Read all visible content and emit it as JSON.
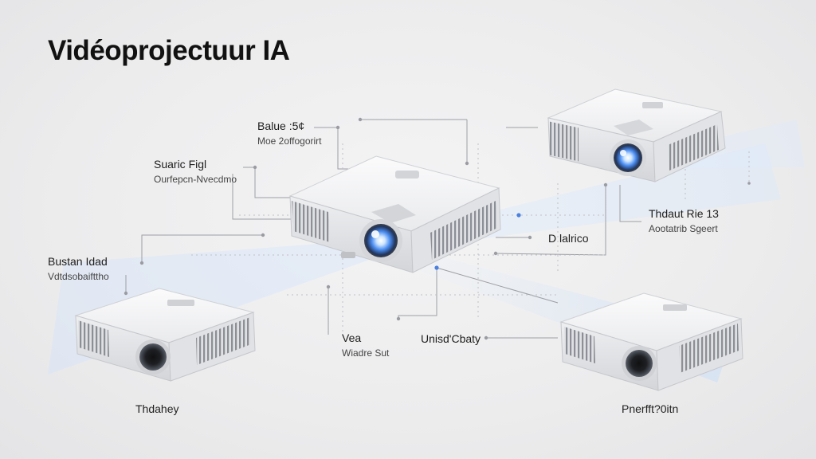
{
  "title": "Vidéoprojectuur IA",
  "colors": {
    "background": "#ececed",
    "projector_body": "#f3f3f4",
    "lens_glow": "#5aa0ff",
    "beam": "#cfe4ff",
    "connector": "#9a9a9a"
  },
  "labels": {
    "top": {
      "title": "Balue :5¢",
      "subtitle": "Moe 2offogorirt"
    },
    "upper_left": {
      "title": "Suaric Figl",
      "subtitle": "Ourfepcn-Nvecdmo"
    },
    "left": {
      "title": "Bustan Idad",
      "subtitle": "Vdtdsobaifttho"
    },
    "right_top": {
      "title": "Thdaut Rie 13",
      "subtitle": "Aootatrib Sgeert"
    },
    "right_mid": {
      "title": "D lalrico"
    },
    "center_low": {
      "title": "Vea",
      "subtitle": "Wiadre Sut"
    },
    "center_right": {
      "title": "Unisd'Cbaty"
    }
  },
  "captions": {
    "bottom_left": "Thdahey",
    "bottom_right": "Pnerfft?0itn"
  },
  "icons": [
    "projector-icon",
    "lens-icon",
    "connector-dot-icon"
  ]
}
